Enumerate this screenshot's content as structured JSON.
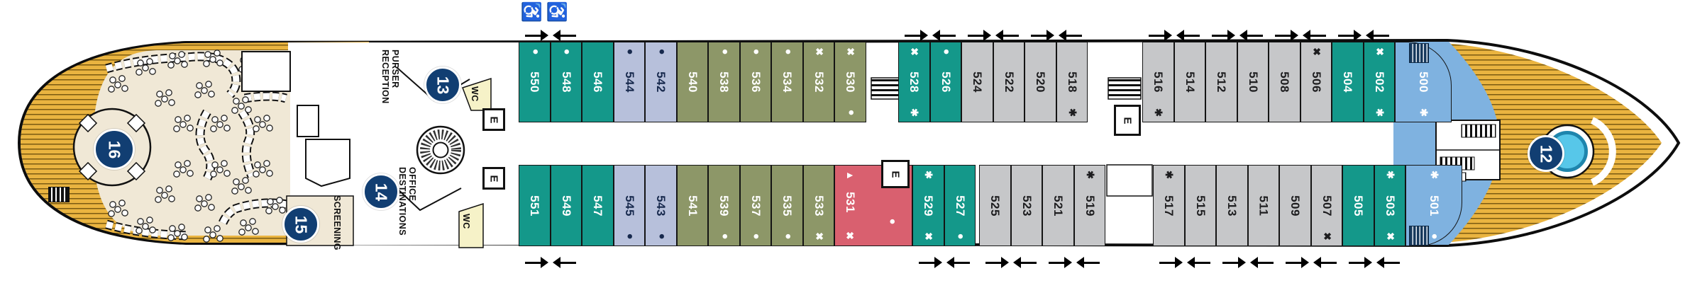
{
  "deck_markers": [
    {
      "number": "12"
    },
    {
      "number": "13"
    },
    {
      "number": "14"
    },
    {
      "number": "15"
    },
    {
      "number": "16"
    }
  ],
  "rooms": {
    "reception": [
      "RECEPTION",
      "PURSER"
    ],
    "destinations_office": [
      "DESTINATIONS",
      "OFFICE"
    ],
    "screening": "SCREENING",
    "wc": "WC",
    "elevator": "E"
  },
  "symbols": {
    "dot": "●",
    "cross": "✖",
    "star": "✱",
    "triangle": "▲",
    "wheelchair": "♿"
  },
  "colors": {
    "teal": "#14988a",
    "olive": "#8d9768",
    "lavender": "#b7c0db",
    "gray": "#c6c7c9",
    "red": "#d9606f",
    "blue": "#7fb2e0",
    "wood": "#eab440",
    "beige": "#f0e8d6",
    "wc_yellow": "#f6f2c8",
    "badge": "#113e72",
    "pool": "#57c7e9",
    "hull_line": "#0d0d0d"
  },
  "cabins_port_side_top": [
    {
      "number": "550",
      "category": "teal",
      "hull_side_symbol": "dot",
      "corridor_side_symbol": null
    },
    {
      "number": "548",
      "category": "teal",
      "hull_side_symbol": "dot",
      "corridor_side_symbol": null
    },
    {
      "number": "546",
      "category": "teal",
      "hull_side_symbol": null,
      "corridor_side_symbol": null
    },
    {
      "number": "544",
      "category": "lavender",
      "hull_side_symbol": "dot",
      "corridor_side_symbol": null
    },
    {
      "number": "542",
      "category": "lavender",
      "hull_side_symbol": "dot",
      "corridor_side_symbol": null
    },
    {
      "number": "540",
      "category": "olive",
      "hull_side_symbol": null,
      "corridor_side_symbol": null
    },
    {
      "number": "538",
      "category": "olive",
      "hull_side_symbol": "dot",
      "corridor_side_symbol": null
    },
    {
      "number": "536",
      "category": "olive",
      "hull_side_symbol": "dot",
      "corridor_side_symbol": null
    },
    {
      "number": "534",
      "category": "olive",
      "hull_side_symbol": "dot",
      "corridor_side_symbol": null
    },
    {
      "number": "532",
      "category": "olive",
      "hull_side_symbol": "cross",
      "corridor_side_symbol": null
    },
    {
      "number": "530",
      "category": "olive",
      "hull_side_symbol": "cross",
      "corridor_side_symbol": "dot"
    },
    {
      "number": "528",
      "category": "teal",
      "hull_side_symbol": "cross",
      "corridor_side_symbol": "star"
    },
    {
      "number": "526",
      "category": "teal",
      "hull_side_symbol": "dot",
      "corridor_side_symbol": null
    },
    {
      "number": "524",
      "category": "gray",
      "hull_side_symbol": null,
      "corridor_side_symbol": null
    },
    {
      "number": "522",
      "category": "gray",
      "hull_side_symbol": null,
      "corridor_side_symbol": null
    },
    {
      "number": "520",
      "category": "gray",
      "hull_side_symbol": null,
      "corridor_side_symbol": null
    },
    {
      "number": "518",
      "category": "gray",
      "hull_side_symbol": null,
      "corridor_side_symbol": "star"
    },
    {
      "number": "516",
      "category": "gray",
      "hull_side_symbol": null,
      "corridor_side_symbol": "star"
    },
    {
      "number": "514",
      "category": "gray",
      "hull_side_symbol": null,
      "corridor_side_symbol": null
    },
    {
      "number": "512",
      "category": "gray",
      "hull_side_symbol": null,
      "corridor_side_symbol": null
    },
    {
      "number": "510",
      "category": "gray",
      "hull_side_symbol": null,
      "corridor_side_symbol": null
    },
    {
      "number": "508",
      "category": "gray",
      "hull_side_symbol": null,
      "corridor_side_symbol": null
    },
    {
      "number": "506",
      "category": "gray",
      "hull_side_symbol": "cross",
      "corridor_side_symbol": null
    },
    {
      "number": "504",
      "category": "teal",
      "hull_side_symbol": null,
      "corridor_side_symbol": null
    },
    {
      "number": "502",
      "category": "teal",
      "hull_side_symbol": "cross",
      "corridor_side_symbol": "star"
    },
    {
      "number": "500",
      "category": "blue",
      "hull_side_symbol": "dot",
      "corridor_side_symbol": "star"
    }
  ],
  "cabins_starboard_side_bottom": [
    {
      "number": "551",
      "category": "teal",
      "hull_side_symbol": null,
      "corridor_side_symbol": null
    },
    {
      "number": "549",
      "category": "teal",
      "hull_side_symbol": null,
      "corridor_side_symbol": null
    },
    {
      "number": "547",
      "category": "teal",
      "hull_side_symbol": null,
      "corridor_side_symbol": null
    },
    {
      "number": "545",
      "category": "lavender",
      "hull_side_symbol": "dot",
      "corridor_side_symbol": null
    },
    {
      "number": "543",
      "category": "lavender",
      "hull_side_symbol": "dot",
      "corridor_side_symbol": null
    },
    {
      "number": "541",
      "category": "olive",
      "hull_side_symbol": null,
      "corridor_side_symbol": null
    },
    {
      "number": "539",
      "category": "olive",
      "hull_side_symbol": "dot",
      "corridor_side_symbol": null
    },
    {
      "number": "537",
      "category": "olive",
      "hull_side_symbol": "dot",
      "corridor_side_symbol": null
    },
    {
      "number": "535",
      "category": "olive",
      "hull_side_symbol": "dot",
      "corridor_side_symbol": null
    },
    {
      "number": "533",
      "category": "olive",
      "hull_side_symbol": "cross",
      "corridor_side_symbol": null
    },
    {
      "number": "531",
      "category": "red",
      "hull_side_symbol": "cross",
      "corridor_side_symbol": "triangle",
      "extra_symbol": "dot"
    },
    {
      "number": "529",
      "category": "teal",
      "hull_side_symbol": "cross",
      "corridor_side_symbol": "star"
    },
    {
      "number": "527",
      "category": "teal",
      "hull_side_symbol": "dot",
      "corridor_side_symbol": null
    },
    {
      "number": "525",
      "category": "gray",
      "hull_side_symbol": null,
      "corridor_side_symbol": null
    },
    {
      "number": "523",
      "category": "gray",
      "hull_side_symbol": null,
      "corridor_side_symbol": null
    },
    {
      "number": "521",
      "category": "gray",
      "hull_side_symbol": null,
      "corridor_side_symbol": null
    },
    {
      "number": "519",
      "category": "gray",
      "hull_side_symbol": null,
      "corridor_side_symbol": "star"
    },
    {
      "number": "517",
      "category": "gray",
      "hull_side_symbol": null,
      "corridor_side_symbol": "star"
    },
    {
      "number": "515",
      "category": "gray",
      "hull_side_symbol": null,
      "corridor_side_symbol": null
    },
    {
      "number": "513",
      "category": "gray",
      "hull_side_symbol": null,
      "corridor_side_symbol": null
    },
    {
      "number": "511",
      "category": "gray",
      "hull_side_symbol": null,
      "corridor_side_symbol": null
    },
    {
      "number": "509",
      "category": "gray",
      "hull_side_symbol": null,
      "corridor_side_symbol": null
    },
    {
      "number": "507",
      "category": "gray",
      "hull_side_symbol": "cross",
      "corridor_side_symbol": null
    },
    {
      "number": "505",
      "category": "teal",
      "hull_side_symbol": null,
      "corridor_side_symbol": null
    },
    {
      "number": "503",
      "category": "teal",
      "hull_side_symbol": "cross",
      "corridor_side_symbol": "star"
    },
    {
      "number": "501",
      "category": "blue",
      "hull_side_symbol": "dot",
      "corridor_side_symbol": "star"
    }
  ],
  "watertight_door_arrows": {
    "top_between": [
      [
        "550",
        "548"
      ],
      [
        "528",
        "526"
      ],
      [
        "524",
        "522"
      ],
      [
        "520",
        "518"
      ],
      [
        "516",
        "514"
      ],
      [
        "512",
        "510"
      ],
      [
        "508",
        "506"
      ],
      [
        "504",
        "502"
      ]
    ],
    "bottom_between": [
      [
        "551",
        "549"
      ],
      [
        "529",
        "527"
      ],
      [
        "525",
        "523"
      ],
      [
        "521",
        "519"
      ],
      [
        "517",
        "515"
      ],
      [
        "513",
        "511"
      ],
      [
        "509",
        "507"
      ],
      [
        "505",
        "503"
      ]
    ]
  },
  "accessible_icons_above": [
    "550",
    "548"
  ]
}
